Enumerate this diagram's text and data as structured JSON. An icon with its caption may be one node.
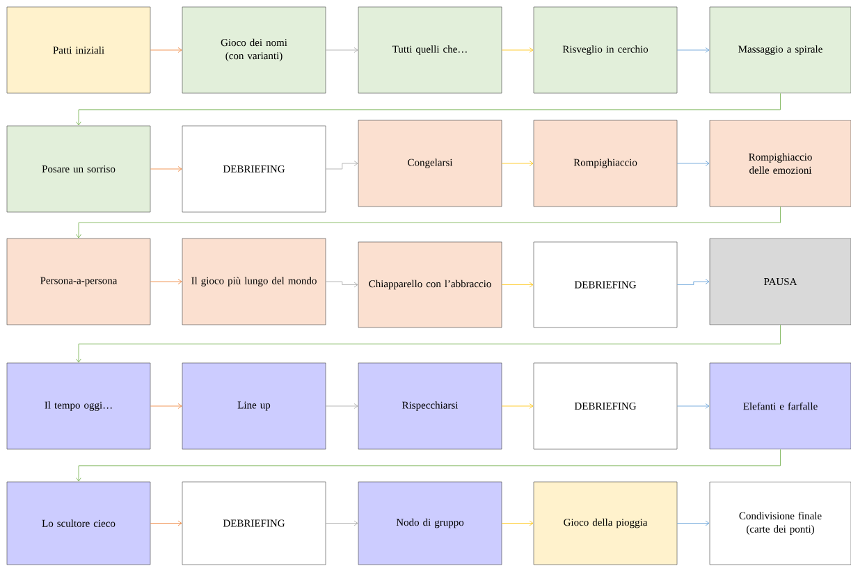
{
  "diagram": {
    "nodes": [
      {
        "text": [
          "Patti iniziali"
        ]
      },
      {
        "text": [
          "Gioco dei nomi (con varianti)"
        ]
      },
      {
        "text": [
          "Tutti quelli che…"
        ]
      },
      {
        "text": [
          "Risveglio in cerchio"
        ]
      },
      {
        "text": [
          "Massaggio a spirale"
        ]
      },
      {
        "text": [
          "Posare un sorriso"
        ]
      },
      {
        "text": [
          "DEBRIEFING"
        ]
      },
      {
        "text": [
          "Congelarsi"
        ]
      },
      {
        "text": [
          "Rompighiaccio"
        ]
      },
      {
        "text": [
          "Rompighiaccio delle emozioni"
        ]
      },
      {
        "text": [
          "Persona-a-persona"
        ]
      },
      {
        "text": [
          "Il gioco più lungo del mondo"
        ]
      },
      {
        "text": [
          "Chiapparello con l’abbraccio"
        ]
      },
      {
        "text": [
          "DEBRIEFING"
        ]
      },
      {
        "text": [
          "PAUSA"
        ]
      },
      {
        "text": [
          "Il tempo oggi…"
        ]
      },
      {
        "text": [
          "Line up"
        ]
      },
      {
        "text": [
          "Rispecchiarsi"
        ]
      },
      {
        "text": [
          "DEBRIEFING"
        ]
      },
      {
        "text": [
          "Elefanti e farfalle"
        ]
      },
      {
        "text": [
          "Lo scultore cieco"
        ]
      },
      {
        "text": [
          "DEBRIEFING"
        ]
      },
      {
        "text": [
          "Nodo di gruppo"
        ]
      },
      {
        "text": [
          "Gioco della pioggia"
        ]
      },
      {
        "text": [
          "Condivisione finale (carte dei ponti)"
        ]
      }
    ],
    "edges": [
      {
        "from": 0,
        "to": 1,
        "arrow": "to",
        "color": "#ed7d31"
      },
      {
        "from": 1,
        "to": 2,
        "arrow": "to",
        "color": "#a5a5a5"
      },
      {
        "from": 2,
        "to": 3,
        "arrow": "to",
        "color": "#ffc000"
      },
      {
        "from": 3,
        "to": 4,
        "arrow": "to",
        "color": "#5b9bd5"
      },
      {
        "from": 4,
        "to": 5,
        "arrow": "to",
        "color": "#70ad47"
      },
      {
        "from": 5,
        "to": 6,
        "arrow": "to",
        "color": "#ed7d31"
      },
      {
        "from": 6,
        "to": 7,
        "arrow": "to",
        "color": "#a5a5a5"
      },
      {
        "from": 7,
        "to": 8,
        "arrow": "to",
        "color": "#ffc000"
      },
      {
        "from": 8,
        "to": 9,
        "arrow": "to",
        "color": "#5b9bd5"
      },
      {
        "from": 9,
        "to": 10,
        "arrow": "to",
        "color": "#70ad47"
      },
      {
        "from": 10,
        "to": 11,
        "arrow": "to",
        "color": "#ed7d31"
      },
      {
        "from": 11,
        "to": 12,
        "arrow": "to",
        "color": "#a5a5a5"
      },
      {
        "from": 12,
        "to": 13,
        "arrow": "to",
        "color": "#ffc000"
      },
      {
        "from": 13,
        "to": 14,
        "arrow": "to",
        "color": "#5b9bd5"
      },
      {
        "from": 14,
        "to": 15,
        "arrow": "to",
        "color": "#70ad47"
      },
      {
        "from": 15,
        "to": 16,
        "arrow": "to",
        "color": "#ed7d31"
      },
      {
        "from": 16,
        "to": 17,
        "arrow": "to",
        "color": "#a5a5a5"
      },
      {
        "from": 17,
        "to": 18,
        "arrow": "to",
        "color": "#ffc000"
      },
      {
        "from": 18,
        "to": 19,
        "arrow": "to",
        "color": "#5b9bd5"
      },
      {
        "from": 19,
        "to": 20,
        "arrow": "to",
        "color": "#70ad47"
      },
      {
        "from": 20,
        "to": 21,
        "arrow": "to",
        "color": "#ed7d31"
      },
      {
        "from": 21,
        "to": 22,
        "arrow": "to",
        "color": "#a5a5a5"
      },
      {
        "from": 22,
        "to": 23,
        "arrow": "to",
        "color": "#ffc000"
      },
      {
        "from": 23,
        "to": 24,
        "arrow": "to",
        "color": "#5b9bd5"
      }
    ]
  }
}
